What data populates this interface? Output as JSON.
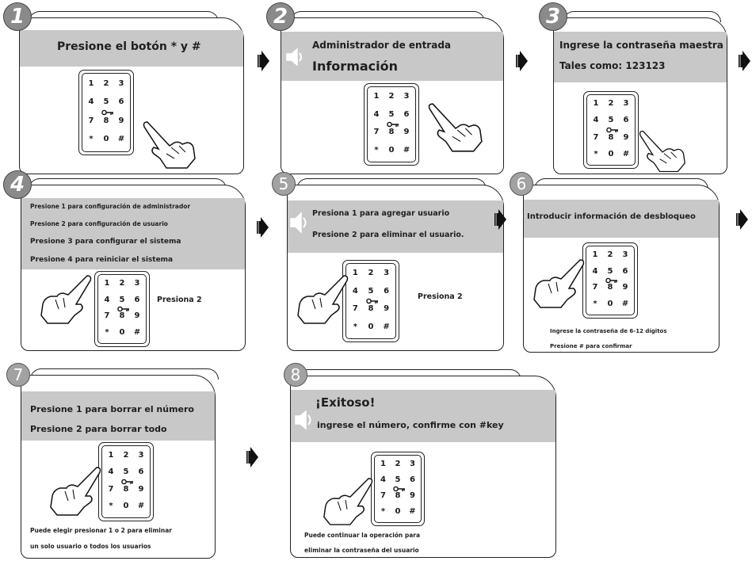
{
  "steps": [
    {
      "number": "1",
      "title": "Presione el botón * y #"
    },
    {
      "number": "2",
      "line1": "Administrador de entrada",
      "line2": "Información"
    },
    {
      "number": "3",
      "line1": "Ingrese la contraseña maestra",
      "line2": "Tales como: 123123"
    },
    {
      "number": "4",
      "lines": [
        "Presione 1 para configuración de administrador",
        "Presione 2 para configuración de usuario",
        "Presione 3 para configurar el sistema",
        "Presione 4 para reiniciar el sistema"
      ],
      "press": "Presiona 2"
    },
    {
      "number": "5",
      "lines": [
        "Presiona 1 para agregar usuario",
        "Presione 2 para eliminar el usuario."
      ],
      "press": "Presiona 2"
    },
    {
      "number": "6",
      "title": "Introducir información de desbloqueo",
      "notes": [
        "Ingrese la contraseña de 6-12 dígitos",
        "Presione # para confirmar"
      ]
    },
    {
      "number": "7",
      "lines": [
        "Presione 1 para borrar el número",
        "Presione 2 para borrar todo"
      ],
      "notes": [
        "Puede elegir presionar 1 o 2 para eliminar",
        "un solo usuario o todos los usuarios"
      ]
    },
    {
      "number": "8",
      "line1": "¡Exitoso!",
      "line2": "ingrese el número, confirme con #key",
      "notes": [
        "Puede continuar la operación para",
        "eliminar la contraseña del usuario"
      ]
    }
  ],
  "keypad_keys": [
    "1",
    "2",
    "3",
    "4",
    "5",
    "6",
    "7",
    "8",
    "9",
    "*",
    "0",
    "#"
  ],
  "colors": {
    "band": "#c8c8c8",
    "badge": "#9a9a9a",
    "line": "#222222"
  },
  "icons": [
    "speaker-icon",
    "arrow-right-icon",
    "hand-icon",
    "key-icon"
  ]
}
